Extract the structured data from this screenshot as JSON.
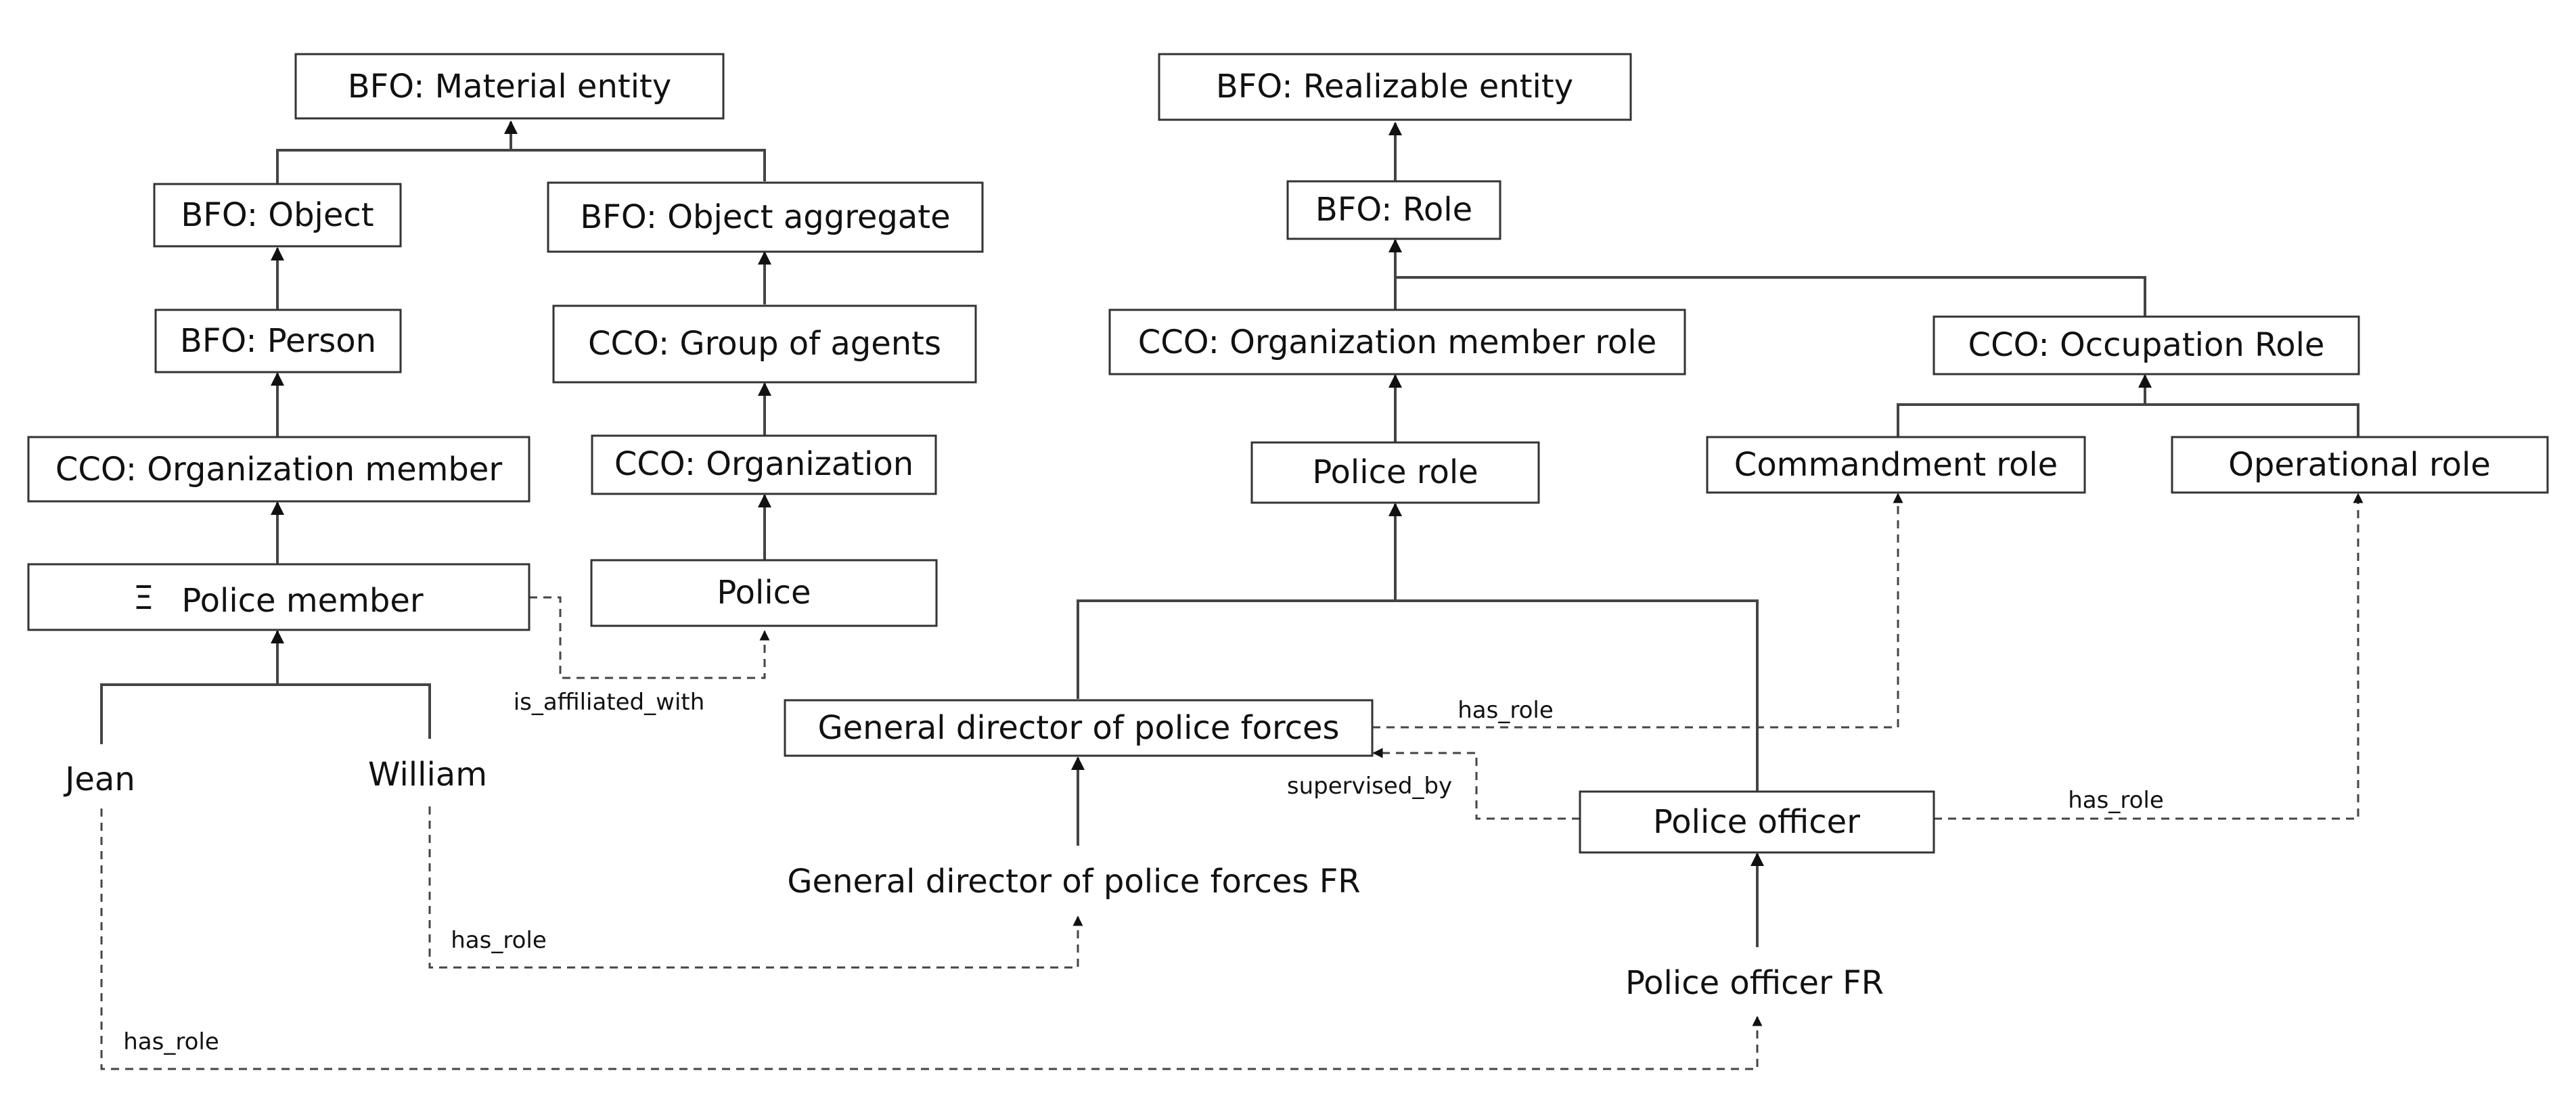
{
  "classes": {
    "material_entity": "BFO: Material entity",
    "object": "BFO: Object",
    "object_aggregate": "BFO: Object aggregate",
    "person": "BFO: Person",
    "group_of_agents": "CCO: Group of agents",
    "organization_member": "CCO: Organization member",
    "organization": "CCO: Organization",
    "police_member": "Police member",
    "police_member_marker": "Ξ",
    "police": "Police",
    "realizable_entity": "BFO: Realizable entity",
    "role": "BFO: Role",
    "organization_member_role": "CCO: Organization member role",
    "occupation_role": "CCO: Occupation Role",
    "police_role": "Police role",
    "commandment_role": "Commandment role",
    "operational_role": "Operational role",
    "general_director": "General director of police forces",
    "police_officer": "Police officer"
  },
  "instances": {
    "jean": "Jean",
    "william": "William",
    "general_director_fr": "General director of police forces FR",
    "police_officer_fr": "Police officer FR"
  },
  "relations": {
    "is_affiliated_with": "is_affiliated_with",
    "has_role": "has_role",
    "supervised_by": "supervised_by"
  }
}
